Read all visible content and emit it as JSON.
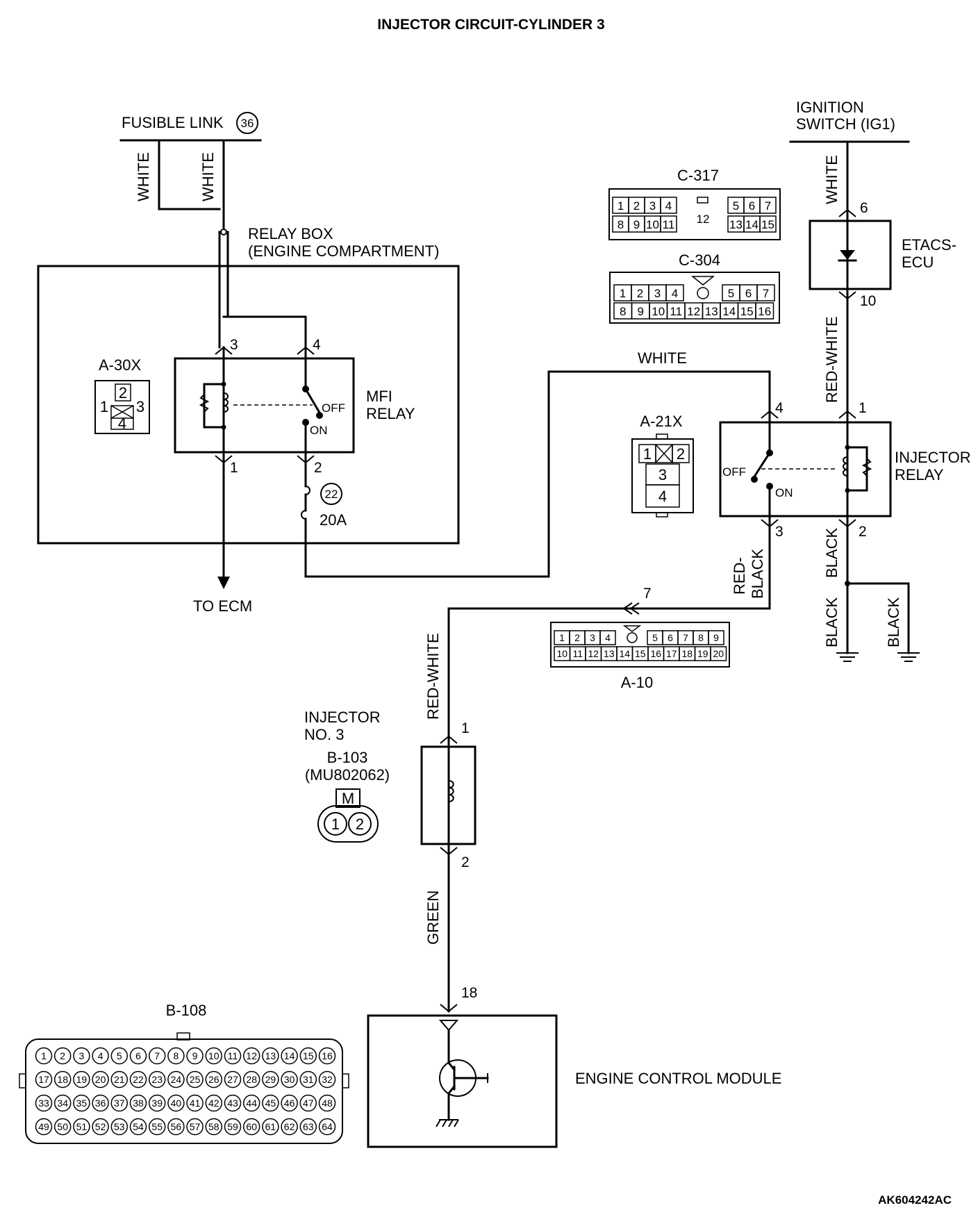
{
  "title": "INJECTOR CIRCUIT-CYLINDER 3",
  "figure_id": "AK604242AC",
  "fusible_link": {
    "label": "FUSIBLE LINK",
    "number": "36"
  },
  "ignition_switch": {
    "line1": "IGNITION",
    "line2": "SWITCH (IG1)"
  },
  "relay_box": {
    "line1": "RELAY BOX",
    "line2": "(ENGINE COMPARTMENT)"
  },
  "mfi_relay": {
    "line1": "MFI",
    "line2": "RELAY",
    "off": "OFF",
    "on": "ON"
  },
  "injector_relay": {
    "line1": "INJECTOR",
    "line2": "RELAY",
    "off": "OFF",
    "on": "ON"
  },
  "etacs": {
    "line1": "ETACS-",
    "line2": "ECU"
  },
  "fuse": {
    "number": "22",
    "rating": "20A"
  },
  "to_ecm": "TO ECM",
  "ecm_label": "ENGINE CONTROL MODULE",
  "injector": {
    "line1": "INJECTOR",
    "line2": "NO. 3",
    "connector": "B-103",
    "part": "(MU802062)",
    "latch": "M",
    "pins": [
      "1",
      "2"
    ]
  },
  "wire_colors": {
    "fl_white_1": "WHITE",
    "fl_white_2": "WHITE",
    "ig_white": "WHITE",
    "etacs_red_white": "RED-WHITE",
    "top_white": "WHITE",
    "red_black_1": "RED-",
    "red_black_2": "BLACK",
    "relay_black": "BLACK",
    "gnd_black_1": "BLACK",
    "gnd_black_2": "BLACK",
    "inj_red_white": "RED-WHITE",
    "green": "GREEN"
  },
  "pin_numbers": {
    "mfi_3": "3",
    "mfi_4": "4",
    "mfi_1": "1",
    "mfi_2": "2",
    "etacs_6": "6",
    "etacs_10": "10",
    "ir_4": "4",
    "ir_1": "1",
    "ir_3": "3",
    "ir_2": "2",
    "a10_7": "7",
    "inj_1": "1",
    "inj_2": "2",
    "ecm_18": "18"
  },
  "connectors": {
    "a30x": {
      "name": "A-30X",
      "pins": [
        "2",
        "1",
        "3",
        "4"
      ]
    },
    "c317": {
      "name": "C-317",
      "top": [
        "1",
        "2",
        "3",
        "4",
        "5",
        "6",
        "7"
      ],
      "bottom": [
        "8",
        "9",
        "10",
        "11",
        "13",
        "14",
        "15"
      ],
      "center": "12"
    },
    "c304": {
      "name": "C-304",
      "top": [
        "1",
        "2",
        "3",
        "4",
        "5",
        "6",
        "7"
      ],
      "bottom": [
        "8",
        "9",
        "10",
        "11",
        "12",
        "13",
        "14",
        "15",
        "16"
      ]
    },
    "a21x": {
      "name": "A-21X",
      "pins": [
        "1",
        "2",
        "3",
        "4"
      ]
    },
    "a10": {
      "name": "A-10",
      "top": [
        "1",
        "2",
        "3",
        "4",
        "5",
        "6",
        "7",
        "8",
        "9"
      ],
      "bottom": [
        "10",
        "11",
        "12",
        "13",
        "14",
        "15",
        "16",
        "17",
        "18",
        "19",
        "20"
      ]
    },
    "b108": {
      "name": "B-108",
      "row_count": 4,
      "pins_per_row": 16
    }
  },
  "colors": {
    "line": "#000000",
    "background": "#ffffff"
  }
}
